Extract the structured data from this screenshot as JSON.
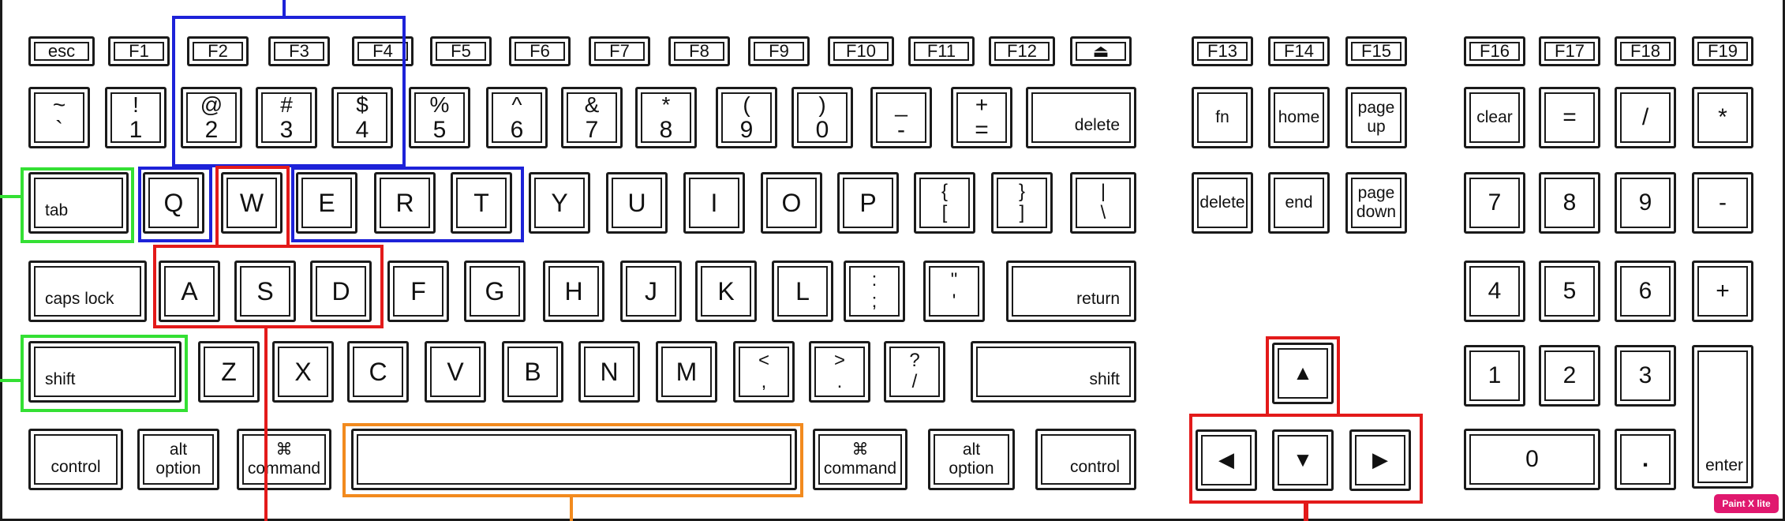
{
  "function_row": [
    "esc",
    "F1",
    "F2",
    "F3",
    "F4",
    "F5",
    "F6",
    "F7",
    "F8",
    "F9",
    "F10",
    "F11",
    "F12",
    "⏏"
  ],
  "number_row": [
    {
      "top": "~",
      "bottom": "`"
    },
    {
      "top": "!",
      "bottom": "1"
    },
    {
      "top": "@",
      "bottom": "2"
    },
    {
      "top": "#",
      "bottom": "3"
    },
    {
      "top": "$",
      "bottom": "4"
    },
    {
      "top": "%",
      "bottom": "5"
    },
    {
      "top": "^",
      "bottom": "6"
    },
    {
      "top": "&",
      "bottom": "7"
    },
    {
      "top": "*",
      "bottom": "8"
    },
    {
      "top": "(",
      "bottom": "9"
    },
    {
      "top": ")",
      "bottom": "0"
    },
    {
      "top": "_",
      "bottom": "-"
    },
    {
      "top": "+",
      "bottom": "="
    }
  ],
  "delete_label": "delete",
  "tab_label": "tab",
  "qwerty_row": [
    "Q",
    "W",
    "E",
    "R",
    "T",
    "Y",
    "U",
    "I",
    "O",
    "P"
  ],
  "bracket_keys": [
    {
      "top": "{",
      "bottom": "["
    },
    {
      "top": "}",
      "bottom": "]"
    },
    {
      "top": "|",
      "bottom": "\\"
    }
  ],
  "caps_lock_label": "caps lock",
  "home_row": [
    "A",
    "S",
    "D",
    "F",
    "G",
    "H",
    "J",
    "K",
    "L"
  ],
  "home_punct": [
    {
      "top": ":",
      "bottom": ";"
    },
    {
      "top": "\"",
      "bottom": "'"
    }
  ],
  "return_label": "return",
  "shift_label": "shift",
  "bottom_letters": [
    "Z",
    "X",
    "C",
    "V",
    "B",
    "N",
    "M"
  ],
  "bottom_punct": [
    {
      "top": "<",
      "bottom": ","
    },
    {
      "top": ">",
      "bottom": "."
    },
    {
      "top": "?",
      "bottom": "/"
    }
  ],
  "modifiers": {
    "control": "control",
    "alt": "alt",
    "option": "option",
    "command_symbol": "⌘",
    "command": "command"
  },
  "nav_f_keys": [
    "F13",
    "F14",
    "F15"
  ],
  "nav_keys": {
    "fn": "fn",
    "home": "home",
    "page": "page",
    "up": "up",
    "down": "down",
    "delete": "delete",
    "end": "end"
  },
  "arrows": {
    "up": "▲",
    "down": "▼",
    "left": "◀",
    "right": "▶"
  },
  "numpad_f_keys": [
    "F16",
    "F17",
    "F18",
    "F19"
  ],
  "numpad": {
    "clear": "clear",
    "row1": [
      "=",
      "/",
      "*"
    ],
    "row2": [
      "7",
      "8",
      "9",
      "-"
    ],
    "row3": [
      "4",
      "5",
      "6",
      "+"
    ],
    "row4": [
      "1",
      "2",
      "3"
    ],
    "zero": "0",
    "dot": ".",
    "enter": "enter"
  },
  "highlight_colors": {
    "blue": "#1d22d8",
    "red": "#e31a1a",
    "green": "#34e034",
    "orange": "#f28a1e"
  },
  "watermark": "Paint X lite"
}
